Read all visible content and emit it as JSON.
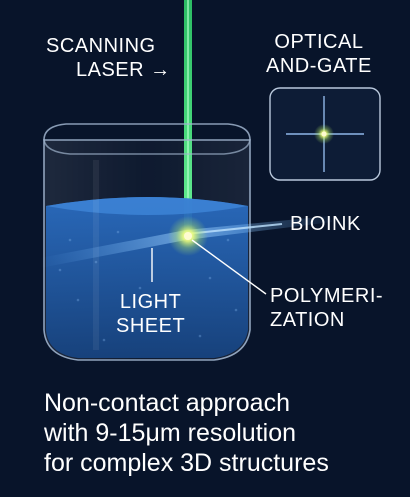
{
  "labels": {
    "scanning_laser": [
      "SCANNING",
      "LASER →"
    ],
    "optical_and_gate": [
      "OPTICAL",
      "AND-GATE"
    ],
    "bioink": "BIOINK",
    "light_sheet": [
      "LIGHT",
      "SHEET"
    ],
    "polymerization": [
      "POLYMERI-",
      "ZATION"
    ]
  },
  "caption": [
    "Non-contact approach",
    "with 9-15μm resolution",
    "for complex 3D structures"
  ],
  "colors": {
    "background": "#08142a",
    "laser": "#3ee07a",
    "bioink": "#2c6fc2",
    "focal_point": "#f4ff8a",
    "vessel_outline": "#9fb3cc",
    "text": "#ffffff"
  }
}
